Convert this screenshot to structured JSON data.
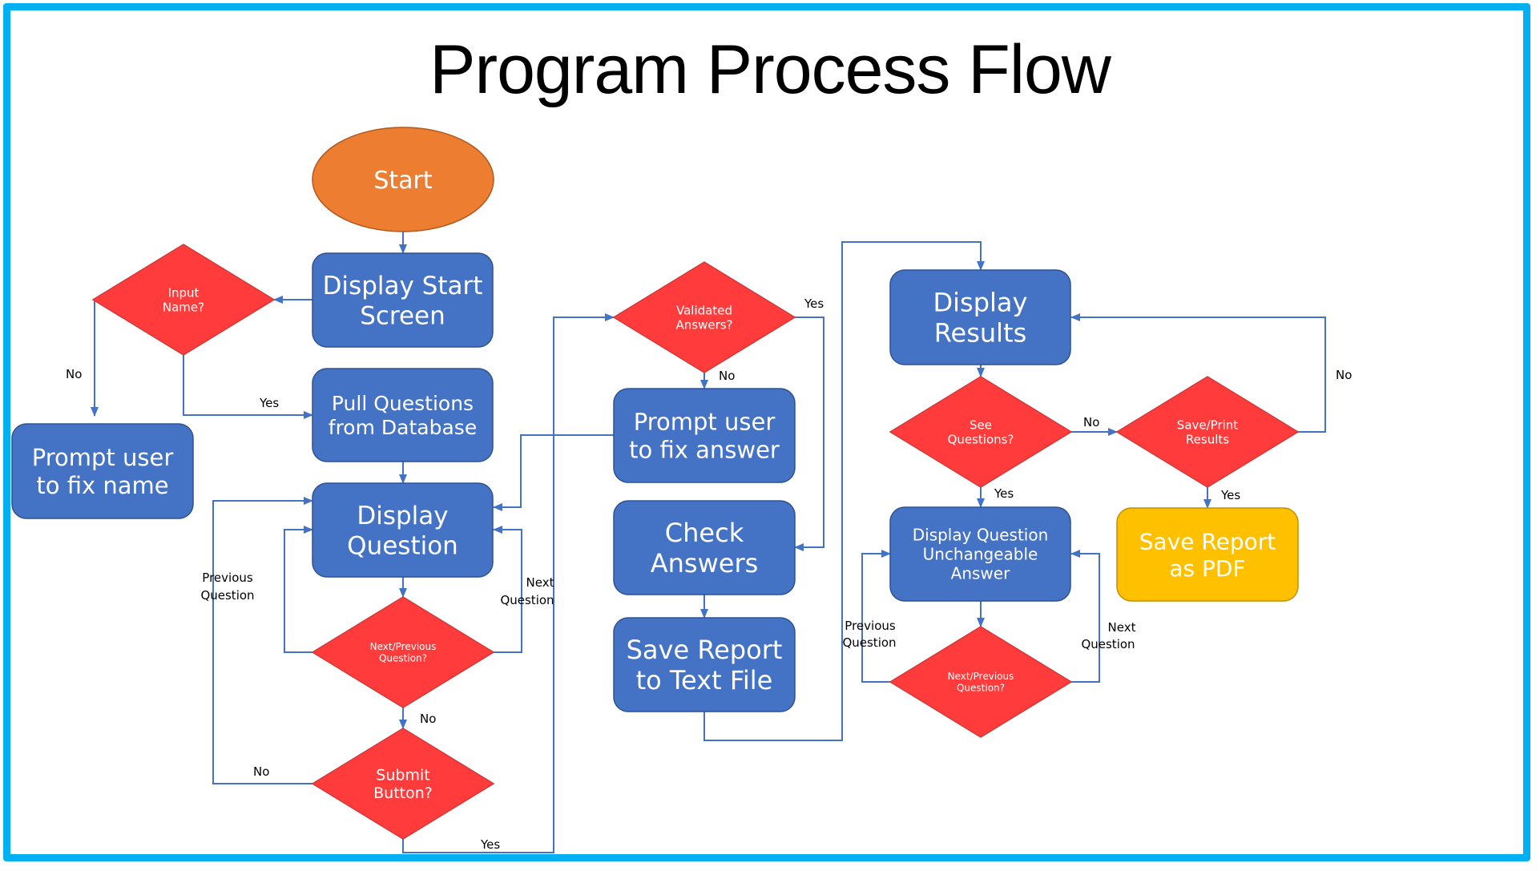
{
  "title": "Program Process Flow",
  "colors": {
    "frame": "#00b0f0",
    "terminal": "#ed7d31",
    "process": "#4472c4",
    "decision": "#ff3b3b",
    "output": "#ffc000",
    "connector": "#4472c4"
  },
  "nodes": [
    {
      "id": "start",
      "type": "terminal",
      "lines": [
        "Start"
      ]
    },
    {
      "id": "display_start",
      "type": "process",
      "lines": [
        "Display Start",
        "Screen"
      ]
    },
    {
      "id": "input_name",
      "type": "decision",
      "lines": [
        "Input",
        "Name?"
      ]
    },
    {
      "id": "fix_name",
      "type": "process",
      "lines": [
        "Prompt user",
        "to fix name"
      ]
    },
    {
      "id": "pull_questions",
      "type": "process",
      "lines": [
        "Pull Questions",
        "from Database"
      ]
    },
    {
      "id": "display_question",
      "type": "process",
      "lines": [
        "Display",
        "Question"
      ]
    },
    {
      "id": "next_prev_1",
      "type": "decision",
      "lines": [
        "Next/Previous",
        "Question?"
      ]
    },
    {
      "id": "submit",
      "type": "decision",
      "lines": [
        "Submit",
        "Button?"
      ]
    },
    {
      "id": "validated",
      "type": "decision",
      "lines": [
        "Validated",
        "Answers?"
      ]
    },
    {
      "id": "fix_answer",
      "type": "process",
      "lines": [
        "Prompt user",
        "to fix answer"
      ]
    },
    {
      "id": "check_answers",
      "type": "process",
      "lines": [
        "Check",
        "Answers"
      ]
    },
    {
      "id": "save_text",
      "type": "process",
      "lines": [
        "Save Report",
        "to Text File"
      ]
    },
    {
      "id": "display_results",
      "type": "process",
      "lines": [
        "Display",
        "Results"
      ]
    },
    {
      "id": "see_questions",
      "type": "decision",
      "lines": [
        "See",
        "Questions?"
      ]
    },
    {
      "id": "save_print",
      "type": "decision",
      "lines": [
        "Save/Print",
        "Results"
      ]
    },
    {
      "id": "save_pdf",
      "type": "output",
      "lines": [
        "Save Report",
        "as PDF"
      ]
    },
    {
      "id": "display_unchangeable",
      "type": "process",
      "lines": [
        "Display Question",
        "Unchangeable",
        "Answer"
      ]
    },
    {
      "id": "next_prev_2",
      "type": "decision",
      "lines": [
        "Next/Previous",
        "Question?"
      ]
    }
  ],
  "edges": [
    {
      "from": "start",
      "to": "display_start",
      "label": ""
    },
    {
      "from": "display_start",
      "to": "input_name",
      "label": ""
    },
    {
      "from": "input_name",
      "to": "fix_name",
      "label": "No"
    },
    {
      "from": "input_name",
      "to": "pull_questions",
      "label": "Yes"
    },
    {
      "from": "pull_questions",
      "to": "display_question",
      "label": ""
    },
    {
      "from": "display_question",
      "to": "next_prev_1",
      "label": ""
    },
    {
      "from": "next_prev_1",
      "to": "display_question",
      "label": "Previous Question"
    },
    {
      "from": "next_prev_1",
      "to": "display_question",
      "label": "Next Question"
    },
    {
      "from": "next_prev_1",
      "to": "submit",
      "label": "No"
    },
    {
      "from": "submit",
      "to": "display_question",
      "label": "No"
    },
    {
      "from": "submit",
      "to": "validated",
      "label": "Yes"
    },
    {
      "from": "validated",
      "to": "fix_answer",
      "label": "No"
    },
    {
      "from": "validated",
      "to": "check_answers",
      "label": "Yes"
    },
    {
      "from": "fix_answer",
      "to": "display_question",
      "label": ""
    },
    {
      "from": "check_answers",
      "to": "save_text",
      "label": ""
    },
    {
      "from": "save_text",
      "to": "display_results",
      "label": ""
    },
    {
      "from": "display_results",
      "to": "see_questions",
      "label": ""
    },
    {
      "from": "see_questions",
      "to": "save_print",
      "label": "No"
    },
    {
      "from": "see_questions",
      "to": "display_unchangeable",
      "label": "Yes"
    },
    {
      "from": "save_print",
      "to": "display_results",
      "label": "No"
    },
    {
      "from": "save_print",
      "to": "save_pdf",
      "label": "Yes"
    },
    {
      "from": "display_unchangeable",
      "to": "next_prev_2",
      "label": ""
    },
    {
      "from": "next_prev_2",
      "to": "display_unchangeable",
      "label": "Previous Question"
    },
    {
      "from": "next_prev_2",
      "to": "display_unchangeable",
      "label": "Next Question"
    }
  ]
}
